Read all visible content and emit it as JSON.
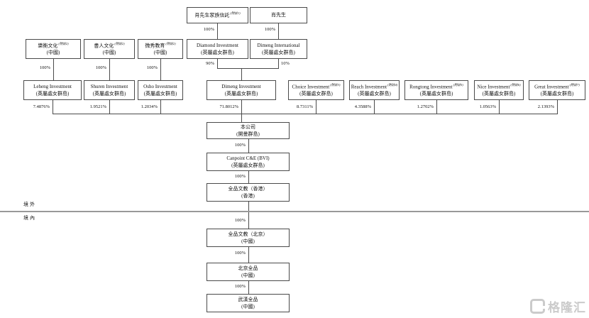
{
  "nodes": {
    "trust": {
      "name": "肖先生家族信託",
      "note": "(附註1)"
    },
    "xiao": {
      "name": "肖先生"
    },
    "leheng_cn": {
      "name": "樂衡文化",
      "note": "(附註2)",
      "place": "(中國)"
    },
    "shuren_cn": {
      "name": "書人文化",
      "note": "(附註2)",
      "place": "(中國)"
    },
    "weixiu_cn": {
      "name": "微秀教育",
      "note": "(附註2)",
      "place": "(中國)"
    },
    "diamond": {
      "name": "Diamond Investment",
      "place": "(英屬處女群島)"
    },
    "dimeng_intl": {
      "name": "Dimeng International",
      "place": "(英屬處女群島)"
    },
    "leheng": {
      "name": "Leheng Investment",
      "place": "(英屬處女群島)"
    },
    "shuren": {
      "name": "Shuren Investment",
      "place": "(英屬處女群島)"
    },
    "osho": {
      "name": "Osho Investment",
      "place": "(英屬處女群島)"
    },
    "dimeng": {
      "name": "Dimeng Investment",
      "place": "(英屬處女群島)"
    },
    "choice": {
      "name": "Choice Investment",
      "note": "(附註3)",
      "place": "(英屬處女群島)"
    },
    "reach": {
      "name": "Reach Investment",
      "note": "(附註4)",
      "place": "(英屬處女群島)"
    },
    "rongtong": {
      "name": "Rongtong Investment",
      "note": "(附註5)",
      "place": "(英屬處女群島)"
    },
    "nice": {
      "name": "Nice Investment",
      "note": "(附註6)",
      "place": "(英屬處女群島)"
    },
    "great": {
      "name": "Great Investment",
      "note": "(附註7)",
      "place": "(英屬處女群島)"
    },
    "company": {
      "name": "本公司",
      "place": "(開曼群島)"
    },
    "canpoint": {
      "name": "Canpoint C&E (BVI)",
      "place": "(英屬處女群島)"
    },
    "qp_hk": {
      "name": "全品文教（香港）",
      "place": "(香港)"
    },
    "qp_bj": {
      "name": "全品文教（北京）",
      "place": "(中國)"
    },
    "bj_qp": {
      "name": "北京全品",
      "place": "(中國)"
    },
    "wh_qp": {
      "name": "武漢全品",
      "place": "(中國)"
    }
  },
  "percents": {
    "trust_diamond": "100%",
    "xiao_dimeng_intl": "100%",
    "leheng_cn": "100%",
    "shuren_cn": "100%",
    "weixiu_cn": "100%",
    "diamond_dimeng": "90%",
    "dimeng_intl_dimeng": "10%",
    "leheng": "7.4876%",
    "shuren": "1.9521%",
    "osho": "1.2034%",
    "dimeng": "71.8012%",
    "choice": "8.7311%",
    "reach": "4.3588%",
    "rongtong": "1.2702%",
    "nice": "1.0563%",
    "great": "2.1393%",
    "company_canpoint": "100%",
    "canpoint_hk": "100%",
    "hk_bj": "100%",
    "bj_bjqp": "100%",
    "bjqp_wh": "100%"
  },
  "regions": {
    "outside": "境外",
    "inside": "境內"
  },
  "logo": {
    "text": "格隆汇"
  },
  "colors": {
    "line": "#4a4a4a",
    "divider": "#999999",
    "watermark": "#cbcbcb"
  }
}
